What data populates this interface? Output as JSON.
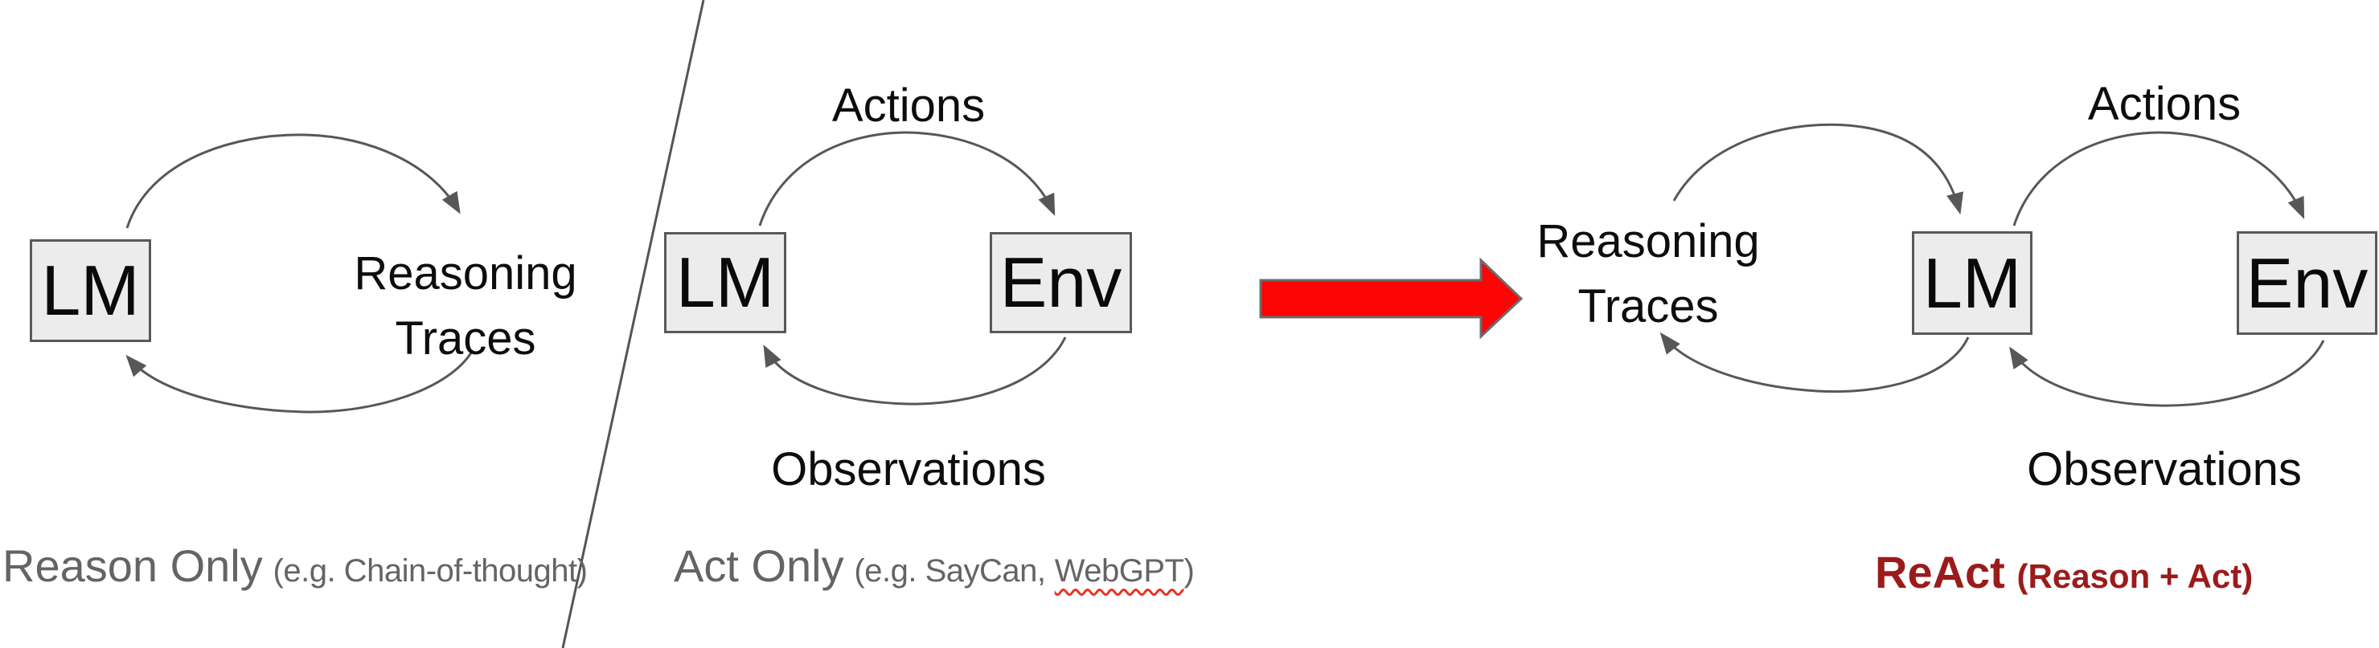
{
  "colors": {
    "background": "#ffffff",
    "box_fill": "#ececec",
    "box_border": "#595959",
    "arc_stroke": "#575757",
    "body_text": "#0d0d0d",
    "caption_grey": "#646464",
    "react_dark_red": "#9b1b1b",
    "big_arrow_red": "#fe0505",
    "big_arrow_border": "#6b6b6b",
    "spellcheck_squiggle_red": "#ed3124"
  },
  "left_panel": {
    "lm_label": "LM",
    "node_line1": "Reasoning",
    "node_line2": "Traces",
    "caption_main": "Reason Only",
    "caption_sub": "(e.g. Chain-of-thought)"
  },
  "middle_panel": {
    "top_label": "Actions",
    "lm_label": "LM",
    "env_label": "Env",
    "bottom_label": "Observations",
    "caption_main": "Act Only",
    "caption_sub_prefix": "(e.g. SayCan,",
    "caption_sub_word": "WebGPT",
    "caption_sub_suffix": ")"
  },
  "right_panel": {
    "node_line1": "Reasoning",
    "node_line2": "Traces",
    "top_label": "Actions",
    "lm_label": "LM",
    "env_label": "Env",
    "bottom_label": "Observations",
    "caption_main": "ReAct",
    "caption_sub": "(Reason + Act)"
  }
}
